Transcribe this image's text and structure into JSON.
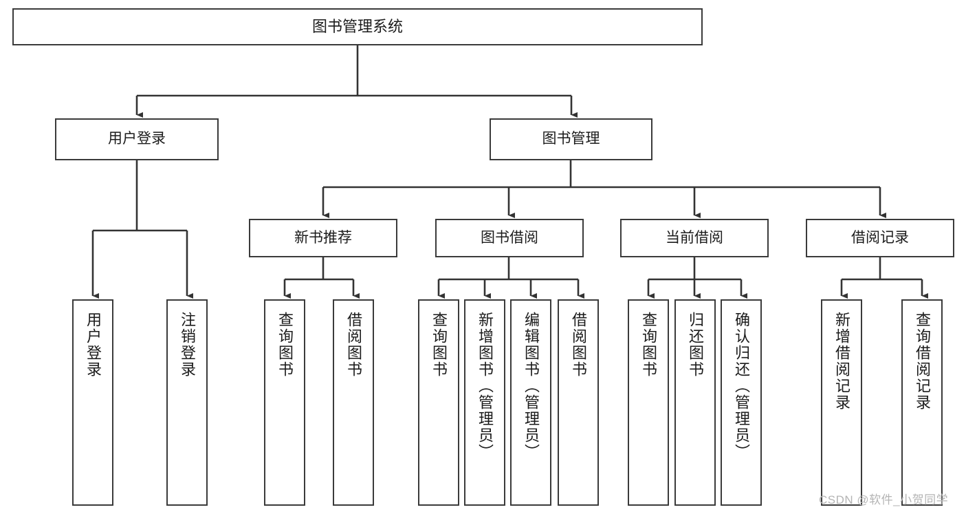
{
  "diagram": {
    "title": "图书管理系统",
    "type": "hierarchy-tree",
    "watermark": "CSDN @软件_小贺同学",
    "colors": {
      "box_border": "#3a3a3a",
      "box_fill": "#ffffff",
      "connector": "#333333",
      "text": "#1b1b1b",
      "watermark": "#b4b4b4"
    },
    "root": {
      "id": "root",
      "label": "图书管理系统"
    },
    "level2": [
      {
        "id": "user-login",
        "label": "用户登录"
      },
      {
        "id": "book-management",
        "label": "图书管理"
      }
    ],
    "level3": [
      {
        "id": "new-book-recommend",
        "label": "新书推荐",
        "parent": "book-management"
      },
      {
        "id": "book-borrow",
        "label": "图书借阅",
        "parent": "book-management"
      },
      {
        "id": "current-borrow",
        "label": "当前借阅",
        "parent": "book-management"
      },
      {
        "id": "borrow-record",
        "label": "借阅记录",
        "parent": "book-management"
      }
    ],
    "leaves": [
      {
        "id": "leaf-user-login",
        "label": "用户登录",
        "parent": "user-login"
      },
      {
        "id": "leaf-logout",
        "label": "注销登录",
        "parent": "user-login"
      },
      {
        "id": "leaf-query-book-1",
        "label": "查询图书",
        "parent": "new-book-recommend"
      },
      {
        "id": "leaf-borrow-book-1",
        "label": "借阅图书",
        "parent": "new-book-recommend"
      },
      {
        "id": "leaf-query-book-2",
        "label": "查询图书",
        "parent": "book-borrow"
      },
      {
        "id": "leaf-add-book",
        "label": "新增图书（管理员）",
        "parent": "book-borrow"
      },
      {
        "id": "leaf-edit-book",
        "label": "编辑图书（管理员）",
        "parent": "book-borrow"
      },
      {
        "id": "leaf-borrow-book-2",
        "label": "借阅图书",
        "parent": "book-borrow"
      },
      {
        "id": "leaf-query-book-3",
        "label": "查询图书",
        "parent": "current-borrow"
      },
      {
        "id": "leaf-return-book",
        "label": "归还图书",
        "parent": "current-borrow"
      },
      {
        "id": "leaf-confirm-return",
        "label": "确认归还（管理员）",
        "parent": "current-borrow"
      },
      {
        "id": "leaf-add-record",
        "label": "新增借阅记录",
        "parent": "borrow-record"
      },
      {
        "id": "leaf-query-record",
        "label": "查询借阅记录",
        "parent": "borrow-record"
      }
    ]
  }
}
